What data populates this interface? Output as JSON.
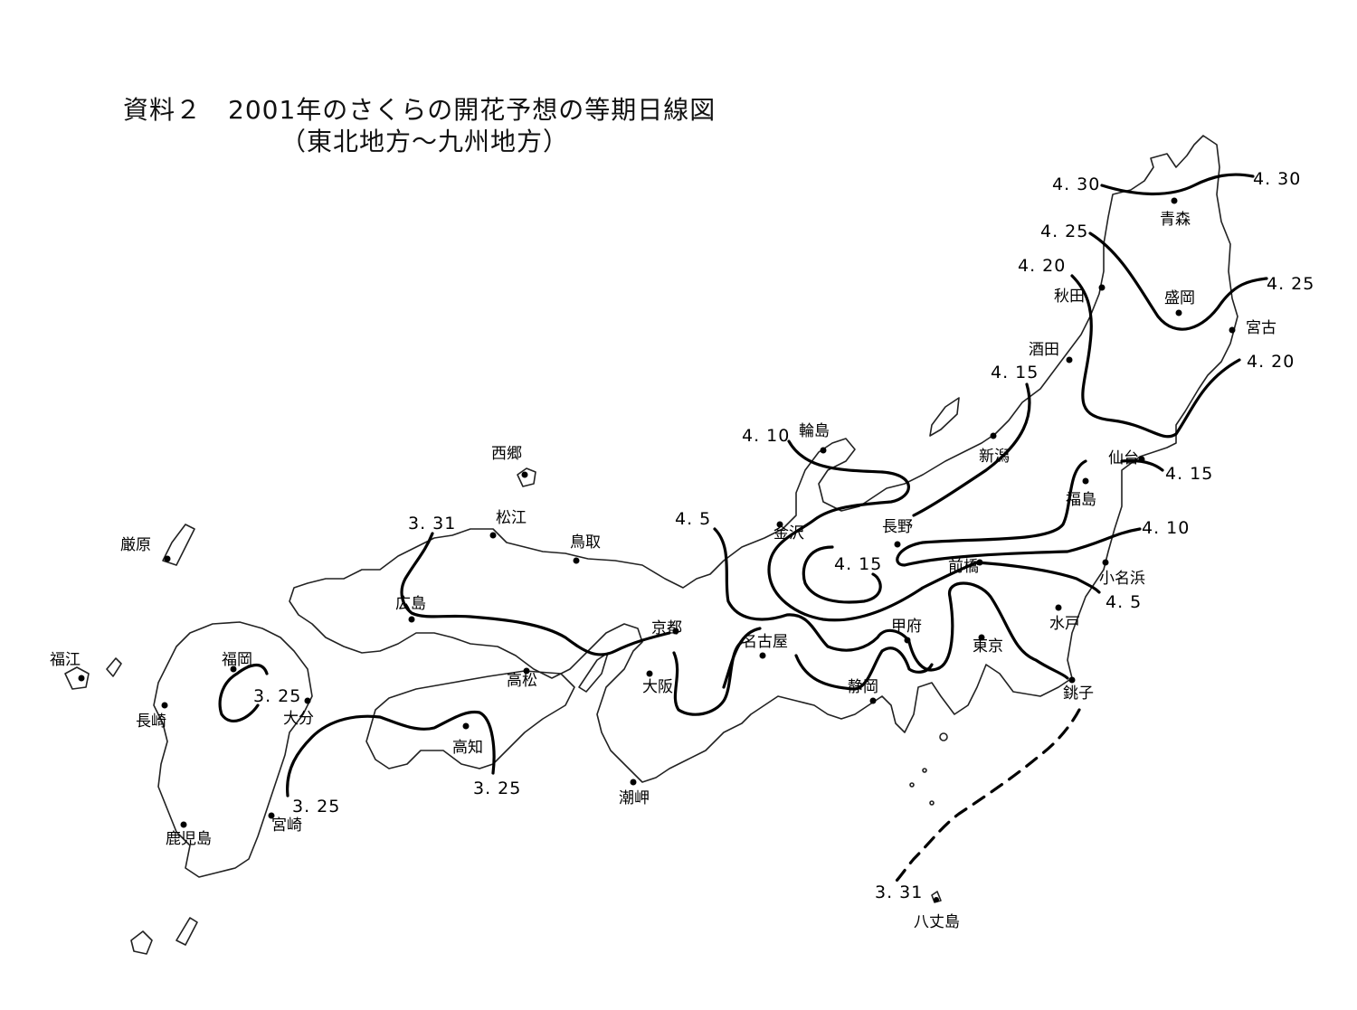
{
  "title": {
    "line1": "資料２　2001年のさくらの開花予想の等期日線図",
    "line2": "（東北地方～九州地方）"
  },
  "map": {
    "cities": {
      "aomori": "青森",
      "morioka": "盛岡",
      "miyako": "宮古",
      "akita": "秋田",
      "sakata": "酒田",
      "sendai": "仙台",
      "fukushima": "福島",
      "niigata": "新潟",
      "wajima": "輪島",
      "kanazawa": "金沢",
      "nagano": "長野",
      "maebashi": "前橋",
      "onahama": "小名浜",
      "mito": "水戸",
      "tokyo": "東京",
      "choshi": "銚子",
      "kofu": "甲府",
      "shizuoka": "静岡",
      "nagoya": "名古屋",
      "kyoto": "京都",
      "osaka": "大阪",
      "shionomisaki": "潮岬",
      "tottori": "鳥取",
      "matsue": "松江",
      "saigo": "西郷",
      "hiroshima": "広島",
      "takamatsu": "高松",
      "kochi": "高知",
      "oita": "大分",
      "miyazaki": "宮崎",
      "kagoshima": "鹿児島",
      "nagasaki": "長崎",
      "fukuoka": "福岡",
      "izuhara": "厳原",
      "fukue": "福江",
      "hachijojima": "八丈島"
    },
    "isolines": {
      "l_430_w": "4. 30",
      "l_430_e": "4. 30",
      "l_425_n": "4. 25",
      "l_425_e": "4. 25",
      "l_420_n": "4. 20",
      "l_420_e": "4. 20",
      "l_415_n": "4. 15",
      "l_415_e": "4. 15",
      "l_415_c": "4. 15",
      "l_410_n": "4. 10",
      "l_410_e": "4. 10",
      "l_45_w": "4. 5",
      "l_45_e": "4. 5",
      "l_331_w": "3. 31",
      "l_331_s": "3. 31",
      "l_325_a": "3. 25",
      "l_325_b": "3. 25",
      "l_325_c": "3. 25"
    },
    "dashed_isoline": "3.31 (Pacific, dashed)"
  }
}
